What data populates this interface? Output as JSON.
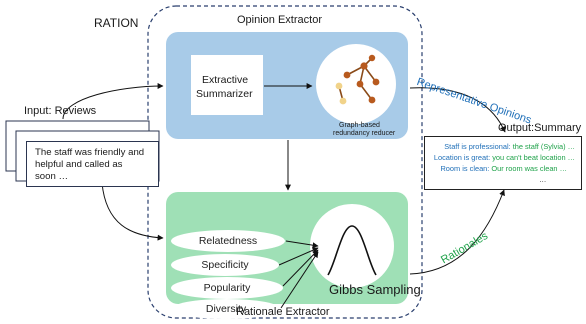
{
  "diagram": {
    "title": "RATION",
    "opinion_extractor": {
      "label": "Opinion Extractor",
      "summarizer_lines": [
        "Extractive",
        "Summarizer"
      ],
      "reducer_lines": [
        "Graph-based",
        "redundancy reducer"
      ]
    },
    "rationale_extractor": {
      "label": "Rationale Extractor",
      "criteria": [
        "Relatedness",
        "Specificity",
        "Popularity",
        "Diversity"
      ],
      "sampler_label": "Gibbs Sampling"
    },
    "input": {
      "label": "Input: Reviews",
      "review_lines": [
        "The staff was friendly and",
        "helpful and called as",
        "soon …"
      ]
    },
    "output": {
      "label": "Output:Summary",
      "representative_label": "Representative Opinions",
      "rationales_label": "Rationales",
      "summary_lines": [
        {
          "opinion": "Staff is professional:",
          "rationale": " the staff (Sylvia) …"
        },
        {
          "opinion": "Location is great:",
          "rationale": "  you can't beat location …"
        },
        {
          "opinion": "Room is clean:",
          "rationale": " Our room was clean …"
        }
      ],
      "summary_more": "…"
    },
    "colors": {
      "opinion_panel": "#a8cbe8",
      "rationale_panel": "#9fe0b6",
      "opinion_text": "#1f6fb8",
      "rationale_text": "#1fa24a",
      "graph_nodes_dark": "#b85a1e",
      "graph_nodes_light": "#f1d38a"
    }
  }
}
